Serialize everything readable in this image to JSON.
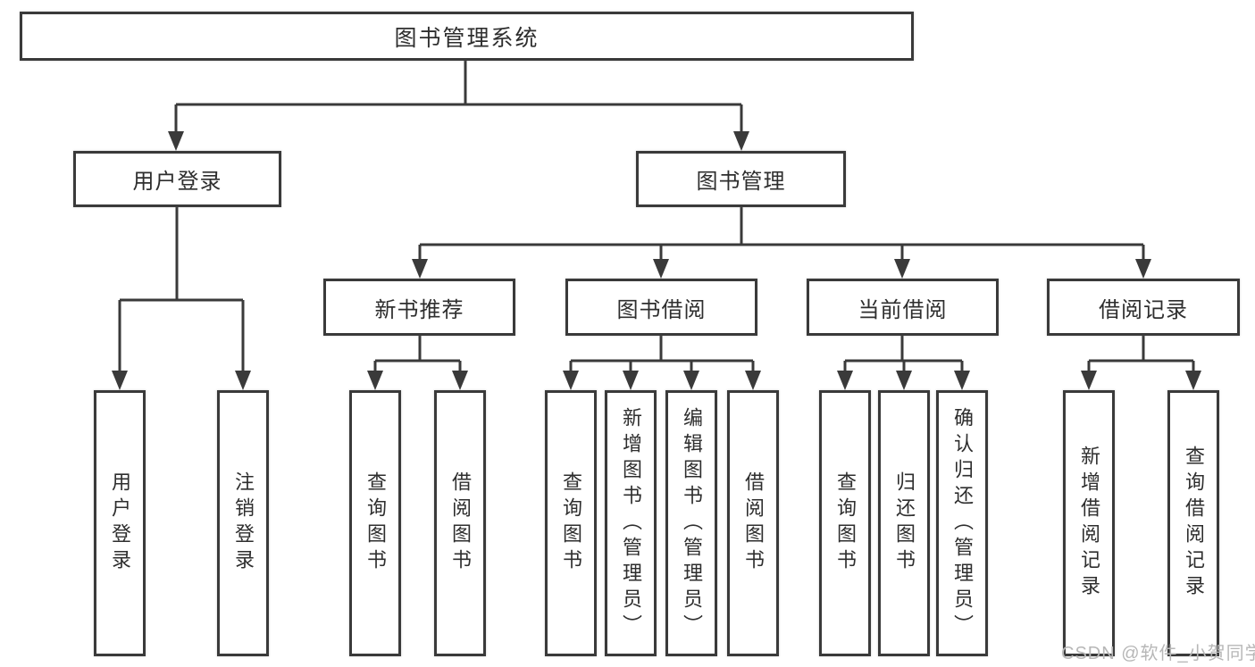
{
  "tree": {
    "label": "图书管理系统",
    "children": [
      {
        "label": "用户登录",
        "children": [
          {
            "label": "用户登录"
          },
          {
            "label": "注销登录"
          }
        ]
      },
      {
        "label": "图书管理",
        "children": [
          {
            "label": "新书推荐",
            "children": [
              {
                "label": "查询图书"
              },
              {
                "label": "借阅图书"
              }
            ]
          },
          {
            "label": "图书借阅",
            "children": [
              {
                "label": "查询图书"
              },
              {
                "label": "新增图书（管理员）"
              },
              {
                "label": "编辑图书（管理员）"
              },
              {
                "label": "借阅图书"
              }
            ]
          },
          {
            "label": "当前借阅",
            "children": [
              {
                "label": "查询图书"
              },
              {
                "label": "归还图书"
              },
              {
                "label": "确认归还（管理员）"
              }
            ]
          },
          {
            "label": "借阅记录",
            "children": [
              {
                "label": "新增借阅记录"
              },
              {
                "label": "查询借阅记录"
              }
            ]
          }
        ]
      }
    ]
  },
  "watermark": {
    "text": "CSDN @软件_小贺同学"
  },
  "colors": {
    "line": "#3a3a3a",
    "text": "#2e2e2e",
    "background": "#ffffff",
    "watermark": "#b7b7b7"
  }
}
